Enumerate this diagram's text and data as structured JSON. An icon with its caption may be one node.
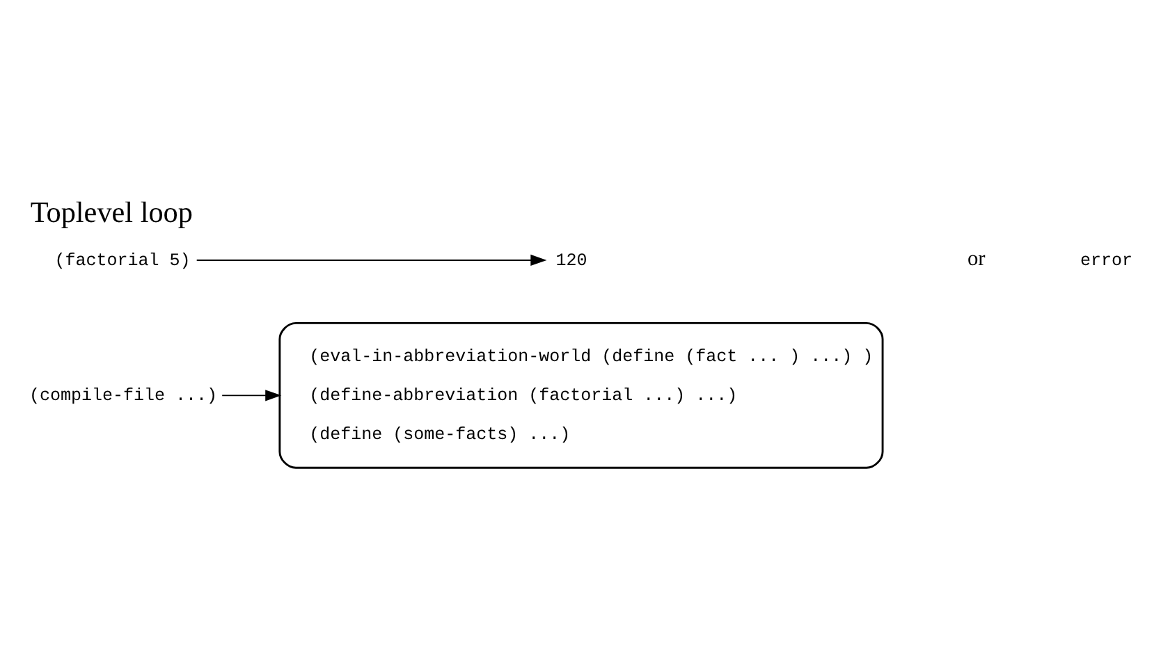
{
  "diagram": {
    "title": "Toplevel loop",
    "nodes": [
      {
        "text": [
          "(compile-file ...)"
        ]
      },
      {
        "text": [
          "(eval-in-abbreviation-world (define (fact ... ) ...) )",
          "(define-abbreviation (factorial ...) ...)",
          "(define (some-facts) ...)"
        ]
      },
      {
        "text": [
          "(factorial 5)"
        ]
      },
      {
        "text": [
          "120"
        ]
      }
    ],
    "edges": [
      {
        "from": 0,
        "to": 1,
        "arrow": "to"
      },
      {
        "from": 2,
        "to": 3,
        "arrow": "to"
      }
    ],
    "labels": [
      "or",
      "error"
    ]
  }
}
